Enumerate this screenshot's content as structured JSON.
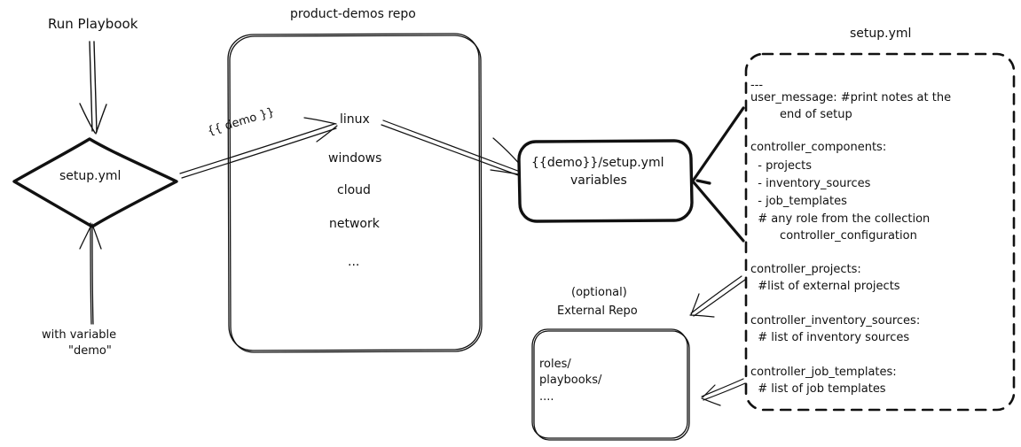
{
  "diagram": {
    "title": "Ansible product-demos setup.yml flow",
    "ink_color": "#111111",
    "background": "#ffffff"
  },
  "left": {
    "run_label": "Run Playbook",
    "decision_label": "setup.yml",
    "with_variable_line1": "with variable",
    "with_variable_line2": "\"demo\"",
    "run_arrow_name": "run-playbook-arrow",
    "variable_arrow_name": "with-variable-arrow"
  },
  "repo": {
    "title": "product-demos repo",
    "items": [
      "linux",
      "windows",
      "cloud",
      "network",
      "..."
    ]
  },
  "demo_edge": {
    "label": "{{ demo }}"
  },
  "variables_box": {
    "line1": "{{demo}}/setup.yml",
    "line2": "variables"
  },
  "external_repo": {
    "caption_line1": "(optional)",
    "caption_line2": "External Repo",
    "contents": [
      "roles/",
      "playbooks/",
      "...."
    ]
  },
  "setup_yml": {
    "title": "setup.yml",
    "lines": [
      "---",
      "user_message: #print notes at the",
      "        end of setup",
      "",
      "controller_components:",
      "  - projects",
      "  - inventory_sources",
      "  - job_templates",
      "  # any role from the collection",
      "        controller_configuration",
      "",
      "controller_projects:",
      "  #list of external projects",
      "",
      "controller_inventory_sources:",
      "  # list of inventory sources",
      "",
      "controller_job_templates:",
      "  # list of job templates"
    ]
  }
}
